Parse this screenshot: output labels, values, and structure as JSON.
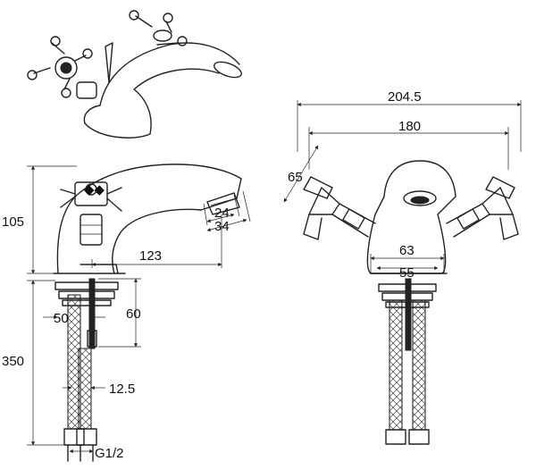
{
  "drawing": {
    "dimensions": {
      "overall_width": "204.5",
      "handle_span": "180",
      "handle_angle": "65",
      "base_width_outer": "63",
      "base_width_inner": "55",
      "height": "105",
      "aerator_inner": "24",
      "aerator_outer": "34",
      "reach": "123",
      "tail_length": "350",
      "shank_offset": "50",
      "shank_length": "60",
      "hose_diameter": "12.5",
      "thread": "G1/2"
    }
  }
}
